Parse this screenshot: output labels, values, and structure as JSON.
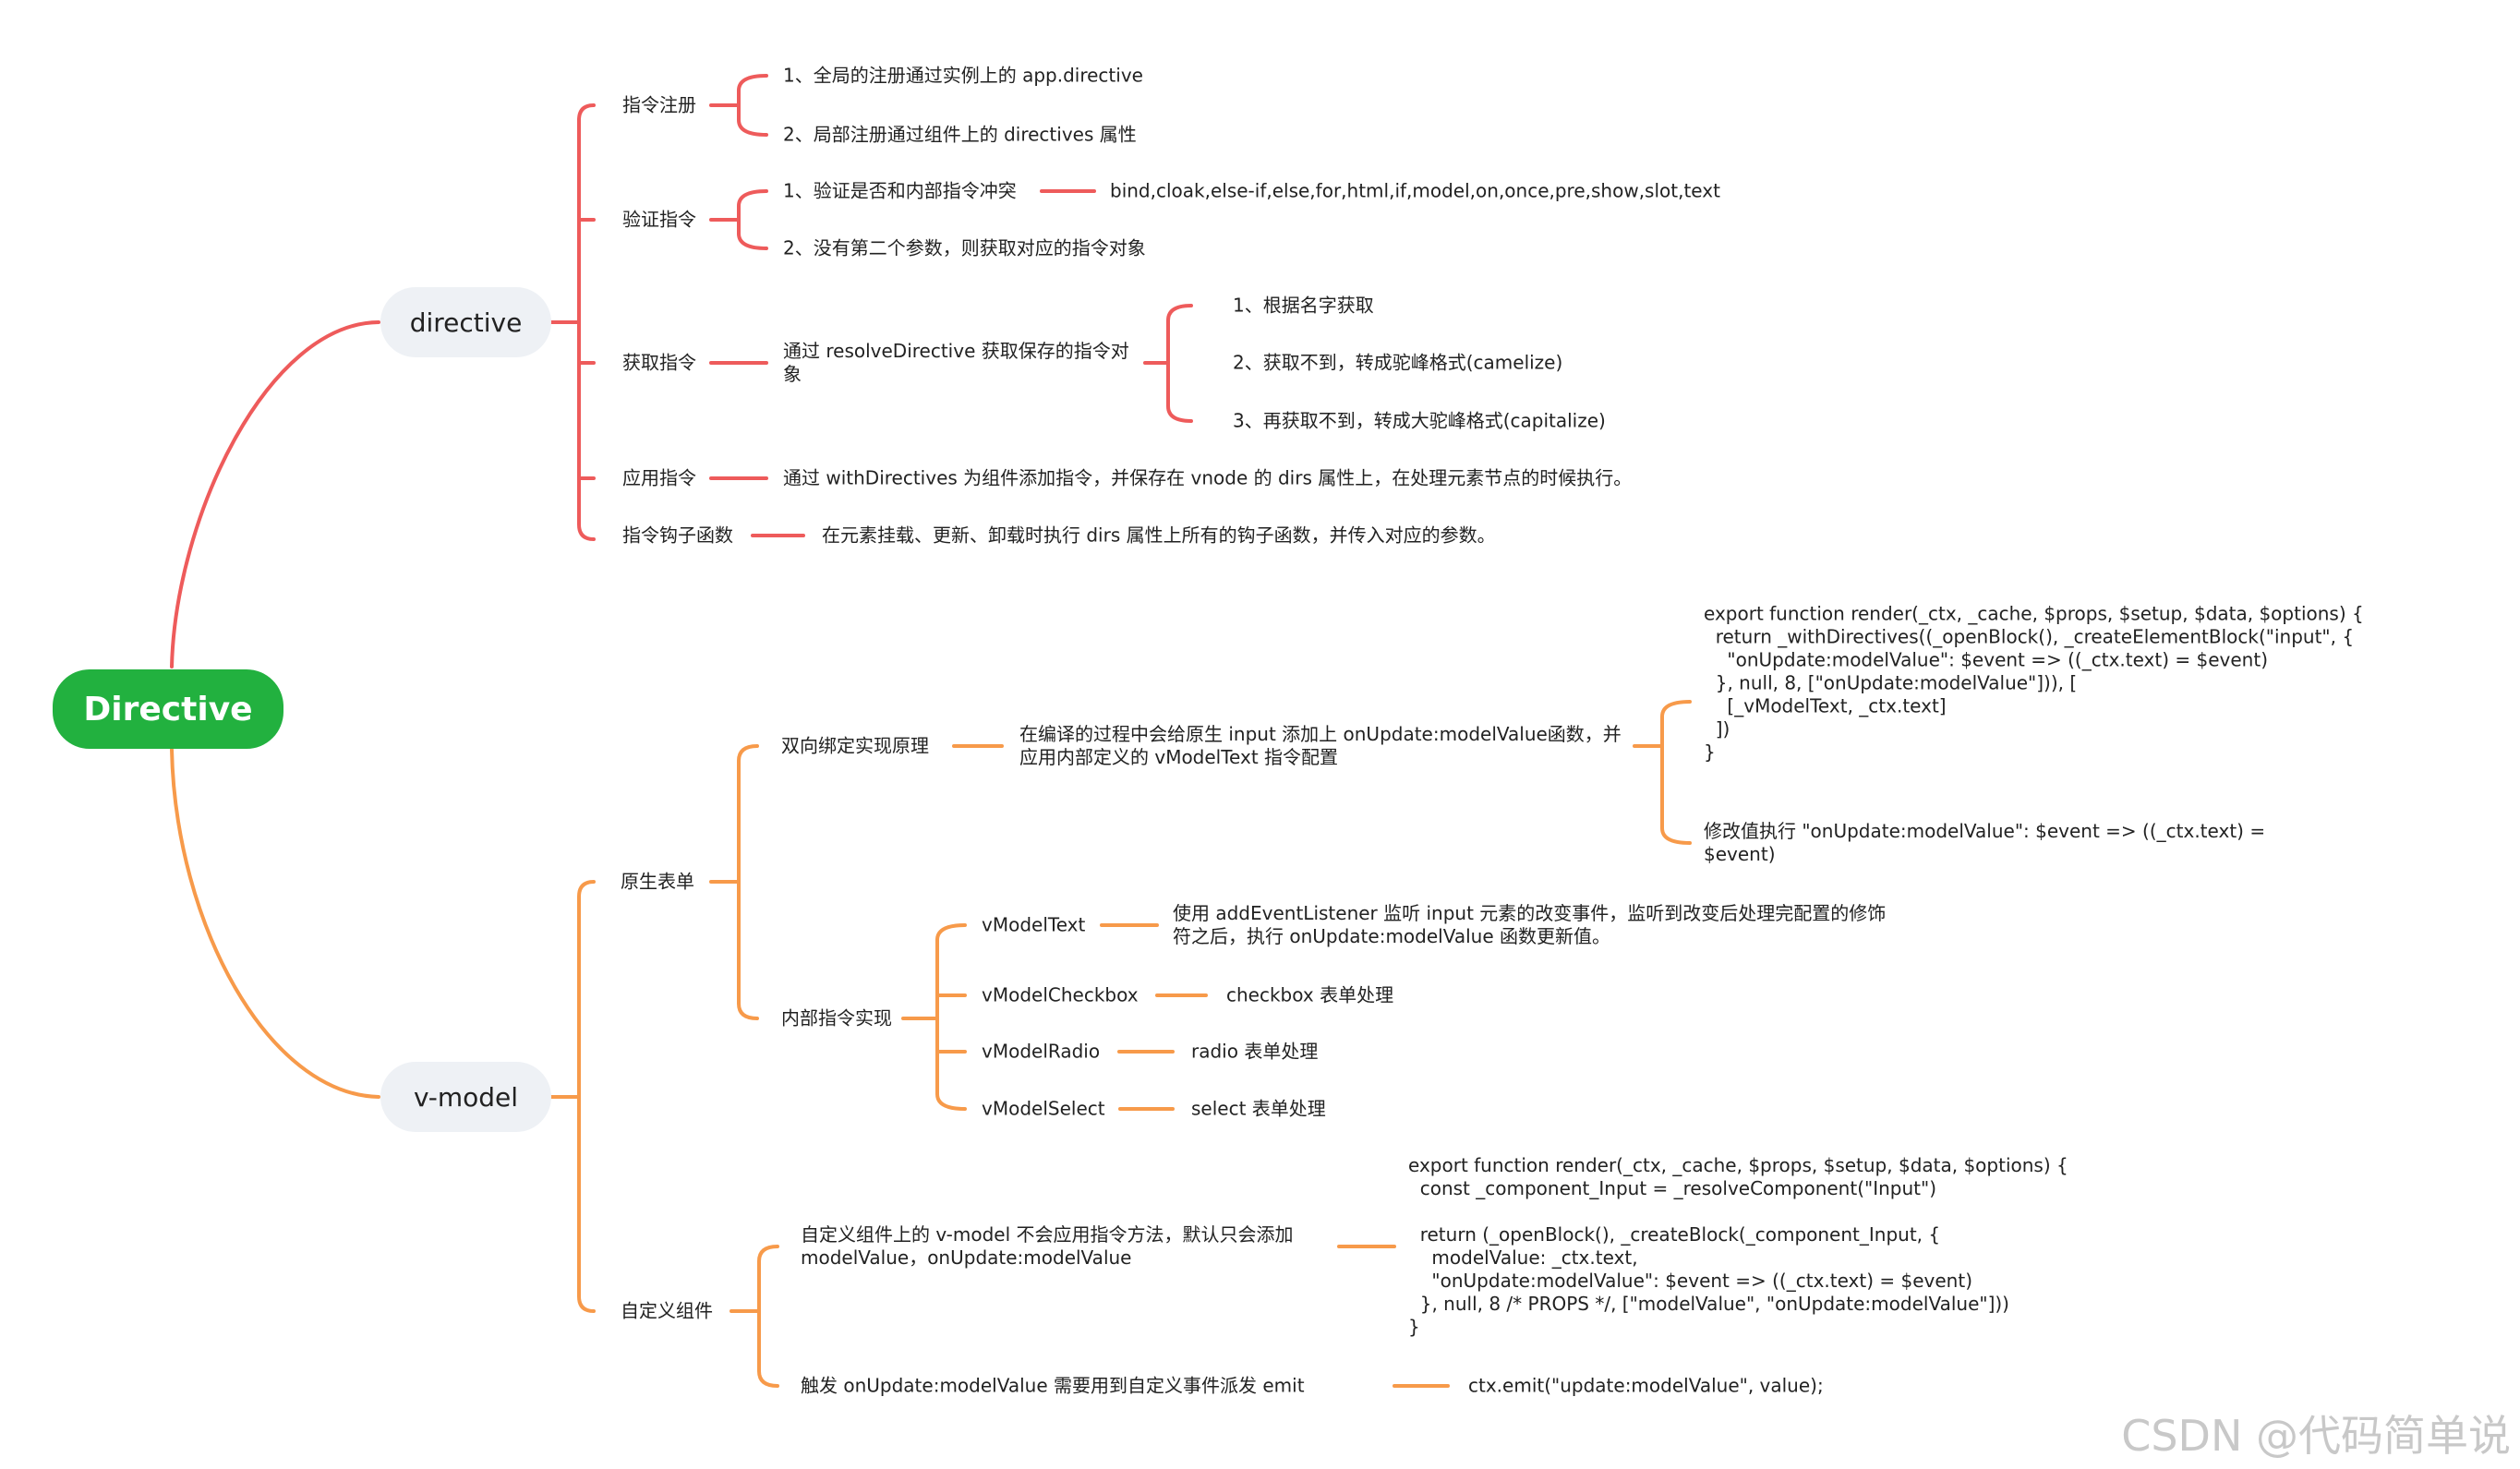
{
  "root": "Directive",
  "colors": {
    "root_bg": "#22b13f",
    "directive_branch": "#ee5b5b",
    "vmodel_branch": "#f79a4a",
    "pill_bg": "#eef1f5"
  },
  "directive": {
    "label": "directive",
    "register": {
      "label": "指令注册",
      "items": [
        "1、全局的注册通过实例上的 app.directive",
        "2、局部注册通过组件上的 directives 属性"
      ]
    },
    "validate": {
      "label": "验证指令",
      "item1": "1、验证是否和内部指令冲突",
      "builtins": "bind,cloak,else-if,else,for,html,if,model,on,once,pre,show,slot,text",
      "item2": "2、没有第二个参数，则获取对应的指令对象"
    },
    "resolve": {
      "label": "获取指令",
      "desc": "通过 resolveDirective 获取保存的指令对象",
      "steps": [
        "1、根据名字获取",
        "2、获取不到，转成驼峰格式(camelize)",
        "3、再获取不到，转成大驼峰格式(capitalize)"
      ]
    },
    "apply": {
      "label": "应用指令",
      "desc": "通过 withDirectives 为组件添加指令，并保存在 vnode 的 dirs 属性上，在处理元素节点的时候执行。"
    },
    "hooks": {
      "label": "指令钩子函数",
      "desc": "在元素挂载、更新、卸载时执行 dirs 属性上所有的钩子函数，并传入对应的参数。"
    }
  },
  "vmodel": {
    "label": "v-model",
    "native": {
      "label": "原生表单",
      "principle": {
        "label": "双向绑定实现原理",
        "desc": "在编译的过程中会给原生 input 添加上 onUpdate:modelValue函数，并应用内部定义的 vModelText 指令配置",
        "code": "export function render(_ctx, _cache, $props, $setup, $data, $options) {\n  return _withDirectives((_openBlock(), _createElementBlock(\"input\", {\n    \"onUpdate:modelValue\": $event => ((_ctx.text) = $event)\n  }, null, 8, [\"onUpdate:modelValue\"])), [\n    [_vModelText, _ctx.text]\n  ])\n}",
        "note": "修改值执行  \"onUpdate:modelValue\": $event => ((_ctx.text) = $event)"
      },
      "internal": {
        "label": "内部指令实现",
        "items": [
          {
            "name": "vModelText",
            "desc": "使用 addEventListener 监听 input 元素的改变事件，监听到改变后处理完配置的修饰符之后，执行 onUpdate:modelValue 函数更新值。"
          },
          {
            "name": "vModelCheckbox",
            "desc": "checkbox 表单处理"
          },
          {
            "name": "vModelRadio",
            "desc": "radio 表单处理"
          },
          {
            "name": "vModelSelect",
            "desc": "select 表单处理"
          }
        ]
      }
    },
    "custom": {
      "label": "自定义组件",
      "desc1": "自定义组件上的 v-model 不会应用指令方法，默认只会添加 modelValue，onUpdate:modelValue",
      "code": "export function render(_ctx, _cache, $props, $setup, $data, $options) {\n  const _component_Input = _resolveComponent(\"Input\")\n\n  return (_openBlock(), _createBlock(_component_Input, {\n    modelValue: _ctx.text,\n    \"onUpdate:modelValue\": $event => ((_ctx.text) = $event)\n  }, null, 8 /* PROPS */, [\"modelValue\", \"onUpdate:modelValue\"]))\n}",
      "desc2": "触发 onUpdate:modelValue 需要用到自定义事件派发 emit",
      "emit": "ctx.emit(\"update:modelValue\", value);"
    }
  },
  "watermark": "CSDN @代码简单说"
}
